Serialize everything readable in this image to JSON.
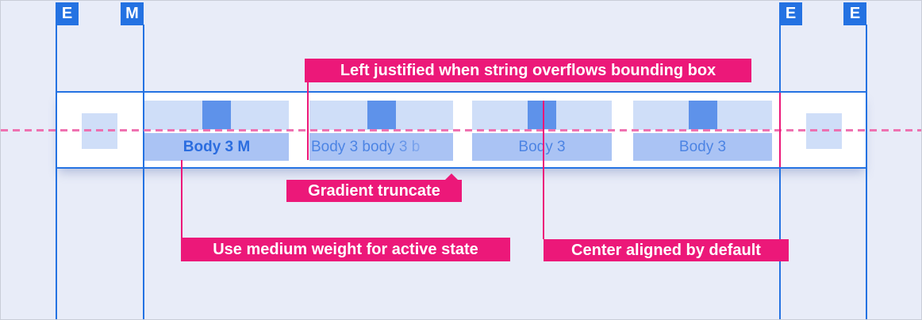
{
  "markers": [
    {
      "label": "E"
    },
    {
      "label": "M"
    },
    {
      "label": "E"
    },
    {
      "label": "E"
    }
  ],
  "tab_bar": {
    "tabs": [
      {
        "label": "Body 3 M",
        "state": "active",
        "truncation": "none"
      },
      {
        "label": "Body 3 body 3 b",
        "state": "default",
        "truncation": "gradient"
      },
      {
        "label": "Body 3",
        "state": "default",
        "truncation": "none"
      },
      {
        "label": "Body 3",
        "state": "default",
        "truncation": "none"
      }
    ]
  },
  "annotations": {
    "left_justified": "Left justified when string overflows bounding box",
    "gradient_truncate": "Gradient truncate",
    "medium_weight": "Use medium weight for active state",
    "center_aligned": "Center aligned by default"
  },
  "colors": {
    "accent_blue": "#2472e2",
    "annotation_pink": "#ec1879",
    "dashed_pink": "#ee6bad",
    "tab_top_fill": "#cfdef8",
    "tab_label_fill": "#aac3f4",
    "icon_fill": "#5e92ea",
    "active_text": "#2b6ddf",
    "inactive_text": "#4c84e4",
    "background": "#e8ecf8"
  }
}
